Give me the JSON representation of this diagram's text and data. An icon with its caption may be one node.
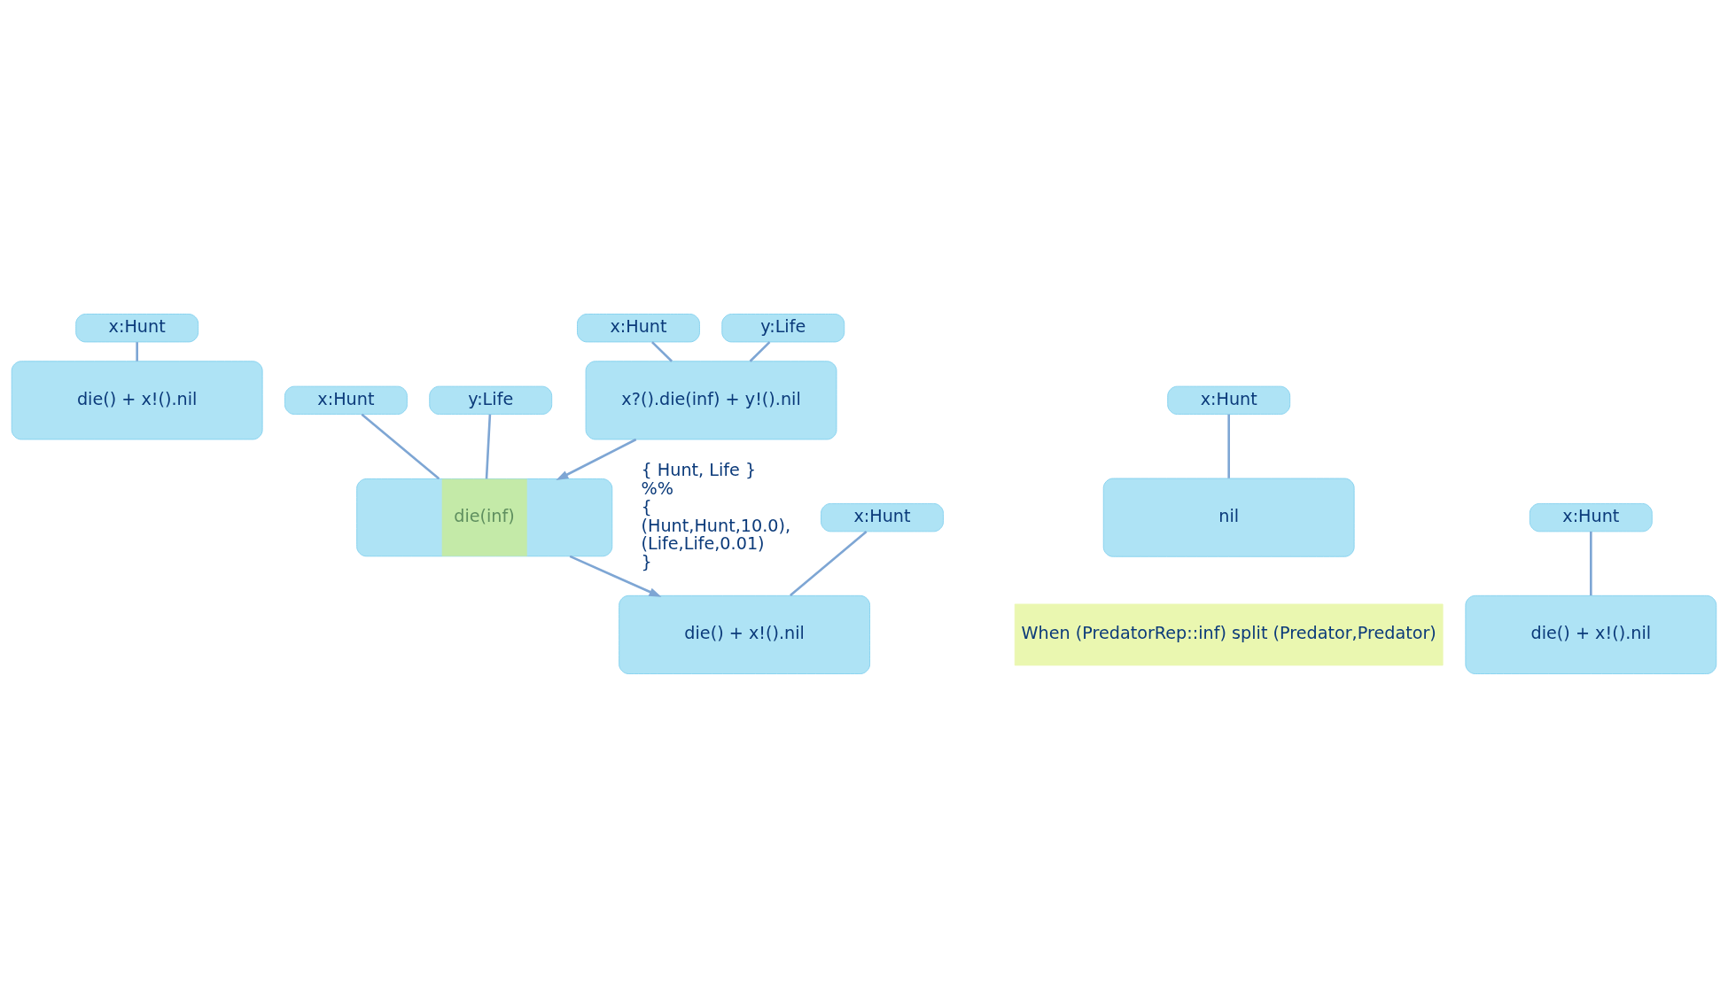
{
  "diagram": {
    "nodes": [
      {
        "text": [
          "x:Hunt"
        ]
      },
      {
        "text": [
          "die() + x!().nil"
        ]
      },
      {
        "text": [
          "x:Hunt"
        ]
      },
      {
        "text": [
          "y:Life"
        ]
      },
      {
        "text": [
          "x?().die(inf) + y!().nil"
        ]
      },
      {
        "text": [
          "x:Hunt"
        ]
      },
      {
        "text": [
          "x:Hunt"
        ]
      },
      {
        "text": [
          "y:Life"
        ]
      },
      {
        "text": [
          "nil"
        ]
      },
      {
        "text": [
          "die(inf)"
        ]
      },
      {
        "text": [
          "When (PredatorRep::inf) split (Predator,Predator)"
        ]
      },
      {
        "text": [
          "x:Hunt"
        ]
      },
      {
        "text": [
          "x:Hunt"
        ]
      },
      {
        "text": [
          "die() + x!().nil"
        ]
      },
      {
        "text": [
          "die() + x!().nil"
        ]
      }
    ],
    "edges": [
      {
        "from": 0,
        "to": 1,
        "arrow": "none"
      },
      {
        "from": 2,
        "to": 4,
        "arrow": "none"
      },
      {
        "from": 3,
        "to": 4,
        "arrow": "none"
      },
      {
        "from": 5,
        "to": 8,
        "arrow": "none"
      },
      {
        "from": 6,
        "to": 9,
        "arrow": "none"
      },
      {
        "from": 7,
        "to": 9,
        "arrow": "none"
      },
      {
        "from": 11,
        "to": 13,
        "arrow": "none"
      },
      {
        "from": 12,
        "to": 14,
        "arrow": "none"
      },
      {
        "from": 4,
        "to": 9,
        "arrow": "to",
        "color": "#7ea6d4"
      },
      {
        "from": 9,
        "to": 13,
        "arrow": "to",
        "color": "#7ea6d4"
      }
    ],
    "labels": [
      "{ Hunt, Life }",
      "%%",
      "{",
      "(Hunt,Hunt,10.0),",
      "(Life,Life,0.01)",
      "}"
    ]
  }
}
